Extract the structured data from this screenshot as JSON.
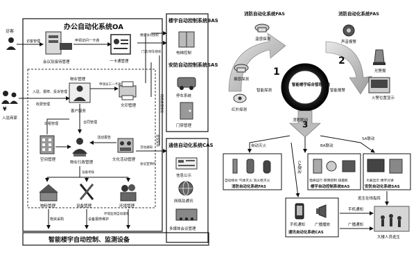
{
  "left": {
    "oa_title": "办公自动化系统OA",
    "visitor": "访客",
    "visitor_mgmt": "访客管理",
    "meeting_mgmt": "会议及接待管理",
    "card_apply": "申领访问一卡通",
    "card_mgmt": "一卡通管理",
    "tenant": "入驻商家",
    "tenant_flow": "入驻、报修、投诉管理",
    "fee_mgmt": "收费管理",
    "property_mgmt": "物业管理",
    "card_apply2": "申领员工一卡通",
    "doc_print": "文印管理",
    "customer_service": "客户服务",
    "rent_mgmt": "出租管理",
    "contract_mgmt": "合同管理",
    "activity_report": "活动报告",
    "space_mgmt": "空间管理",
    "admin_mgmt": "物业行政管理",
    "culture_mgmt": "文化活动管理",
    "equip_check": "设备考核",
    "stock_mgmt": "物料管理",
    "device_mgmt": "设备管理",
    "env_mgmt": "环境管理",
    "material_buy": "物资采购",
    "device_repair": "设备报修维护",
    "env_monitor": "环境监测自动灌溉",
    "visit_auth": "楼层访问授权",
    "door_auth": "门禁/停车授权",
    "net_auth": "网络通道授权",
    "meeting_book": "会议室预约",
    "activity_notice": "活动通知",
    "meeting_schedule": "会议安排",
    "bottom_bar": "智能楼宇自动控制、监测设备"
  },
  "mid": {
    "bas_title": "楼宇自动控制系统BAS",
    "elevator": "电梯控制",
    "sas_title": "安防自动控制系统SAS",
    "parking": "停车系统",
    "door": "门禁管理",
    "cas_title": "通信自动化系统CAS",
    "info_notice": "信息公示",
    "network": "网络及通讯",
    "multimedia": "多媒体会议管理"
  },
  "right": {
    "fas_left": "消防自动化系统FAS",
    "temp_detect": "温感探测",
    "smoke_detect": "烟感探测",
    "ir_detect": "红外探测",
    "smart_detect": "智能探测",
    "num1": "1",
    "fas_right": "消防自动化系统FAS",
    "sound_alarm": "声音报警",
    "light_alarm": "光警报",
    "fire_display": "火警位置显示",
    "smart_alarm": "智能报警",
    "num2": "2",
    "center": "智能楼宇综合管理系统",
    "fire_link": "消防联动",
    "num3": "3",
    "auto_fire": "自动灭火",
    "ca_link": "CA联动",
    "ba_link": "BA联动",
    "sa_link": "SA联动",
    "fas_items": "自动喷水 气体灭火 消火栓灭火",
    "fas_box": "消防自动化系统FAS",
    "bas_items": "电梯运行 照明控制 排烟机",
    "bas_box": "楼宇自动控制系统BAS",
    "sas_items": "大屏显示  楼宇对讲",
    "sas_box": "安防自动化系统SAS",
    "escape": "逃生在线指挥",
    "phone_notice": "手机通知",
    "broadcast": "广播播放",
    "cas_box": "通讯自动化系统CAS",
    "phone_notice2": "手机通知",
    "broadcast2": "广播通知",
    "crowd": "大楼人员逃生"
  }
}
